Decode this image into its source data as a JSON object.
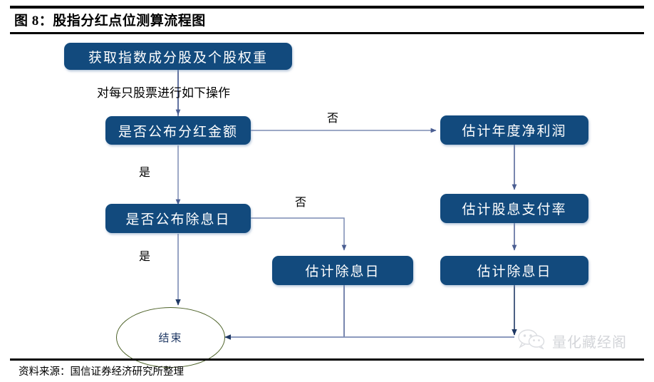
{
  "figure": {
    "title": "图 8：股指分红点位测算流程图",
    "source": "资料来源：国信证券经济研究所整理"
  },
  "chart_data": {
    "type": "diagram",
    "diagram_kind": "flowchart",
    "title": "图 8：股指分红点位测算流程图",
    "nodes": [
      {
        "id": "n1",
        "label": "获取指数成分股及个股权重",
        "shape": "rounded-rect"
      },
      {
        "id": "n2",
        "label": "是否公布分红金额",
        "shape": "rounded-rect"
      },
      {
        "id": "n3",
        "label": "是否公布除息日",
        "shape": "rounded-rect"
      },
      {
        "id": "n4",
        "label": "估计除息日",
        "shape": "rounded-rect"
      },
      {
        "id": "n5",
        "label": "估计年度净利润",
        "shape": "rounded-rect"
      },
      {
        "id": "n6",
        "label": "估计股息支付率",
        "shape": "rounded-rect"
      },
      {
        "id": "n7",
        "label": "估计除息日",
        "shape": "rounded-rect"
      },
      {
        "id": "n8",
        "label": "结束",
        "shape": "ellipse"
      }
    ],
    "edges": [
      {
        "from": "n1",
        "to": "n2",
        "label": ""
      },
      {
        "from": "n2",
        "to": "n5",
        "label": "否"
      },
      {
        "from": "n2",
        "to": "n3",
        "label": "是"
      },
      {
        "from": "n3",
        "to": "n4",
        "label": "否"
      },
      {
        "from": "n3",
        "to": "n8",
        "label": "是"
      },
      {
        "from": "n5",
        "to": "n6",
        "label": ""
      },
      {
        "from": "n6",
        "to": "n7",
        "label": ""
      },
      {
        "from": "n4",
        "to": "n8",
        "label": ""
      },
      {
        "from": "n7",
        "to": "n8",
        "label": ""
      }
    ],
    "annotations": [
      {
        "text": "对每只股票进行如下操作"
      }
    ],
    "colors": {
      "node_fill": "#124A7D",
      "node_text": "#ffffff",
      "terminator_stroke": "#4C6127",
      "terminator_text": "#1F3864",
      "edge_light": "#7C8CB4",
      "edge_dark": "#1F3864",
      "rule": "#000000"
    }
  },
  "nodes": {
    "n1": "获取指数成分股及个股权重",
    "n2": "是否公布分红金额",
    "n3": "是否公布除息日",
    "n4": "估计除息日",
    "n5": "估计年度净利润",
    "n6": "估计股息支付率",
    "n7": "估计除息日",
    "n8": "结束"
  },
  "labels": {
    "note_each_stock": "对每只股票进行如下操作",
    "no_top": "否",
    "yes_upper": "是",
    "no_middle": "否",
    "yes_lower": "是"
  },
  "watermark": {
    "icon": "wechat-icon",
    "text": "量化藏经阁"
  }
}
